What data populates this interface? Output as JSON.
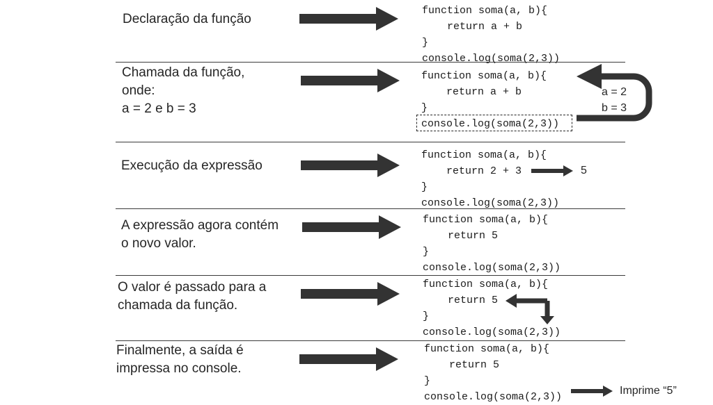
{
  "steps": [
    {
      "description": "Declaração da função",
      "code": [
        "function soma(a, b){",
        "    return a + b",
        "}",
        "console.log(soma(2,3))"
      ]
    },
    {
      "description": "Chamada da função,\nonde:\n a = 2 e b = 3",
      "code": [
        "function soma(a, b){",
        "    return a + b",
        "}",
        "console.log(soma(2,3))"
      ],
      "annotation": "a = 2\nb = 3"
    },
    {
      "description": "Execução da expressão",
      "code": [
        "function soma(a, b){",
        "    return 2 + 3",
        "}",
        "console.log(soma(2,3))"
      ],
      "result": "5"
    },
    {
      "description": "A expressão agora contém\no novo valor.",
      "code": [
        "function soma(a, b){",
        "    return 5",
        "}",
        "console.log(soma(2,3))"
      ]
    },
    {
      "description": "O valor é passado para a\nchamada da função.",
      "code": [
        "function soma(a, b){",
        "    return 5",
        "}",
        "console.log(soma(2,3))"
      ]
    },
    {
      "description": "Finalmente, a saída é\nimpressa no console.",
      "code": [
        "function soma(a, b){",
        "    return 5",
        "}",
        "console.log(soma(2,3))"
      ],
      "output": "Imprime “5”"
    }
  ],
  "colors": {
    "arrow": "#333333",
    "text": "#262626"
  }
}
